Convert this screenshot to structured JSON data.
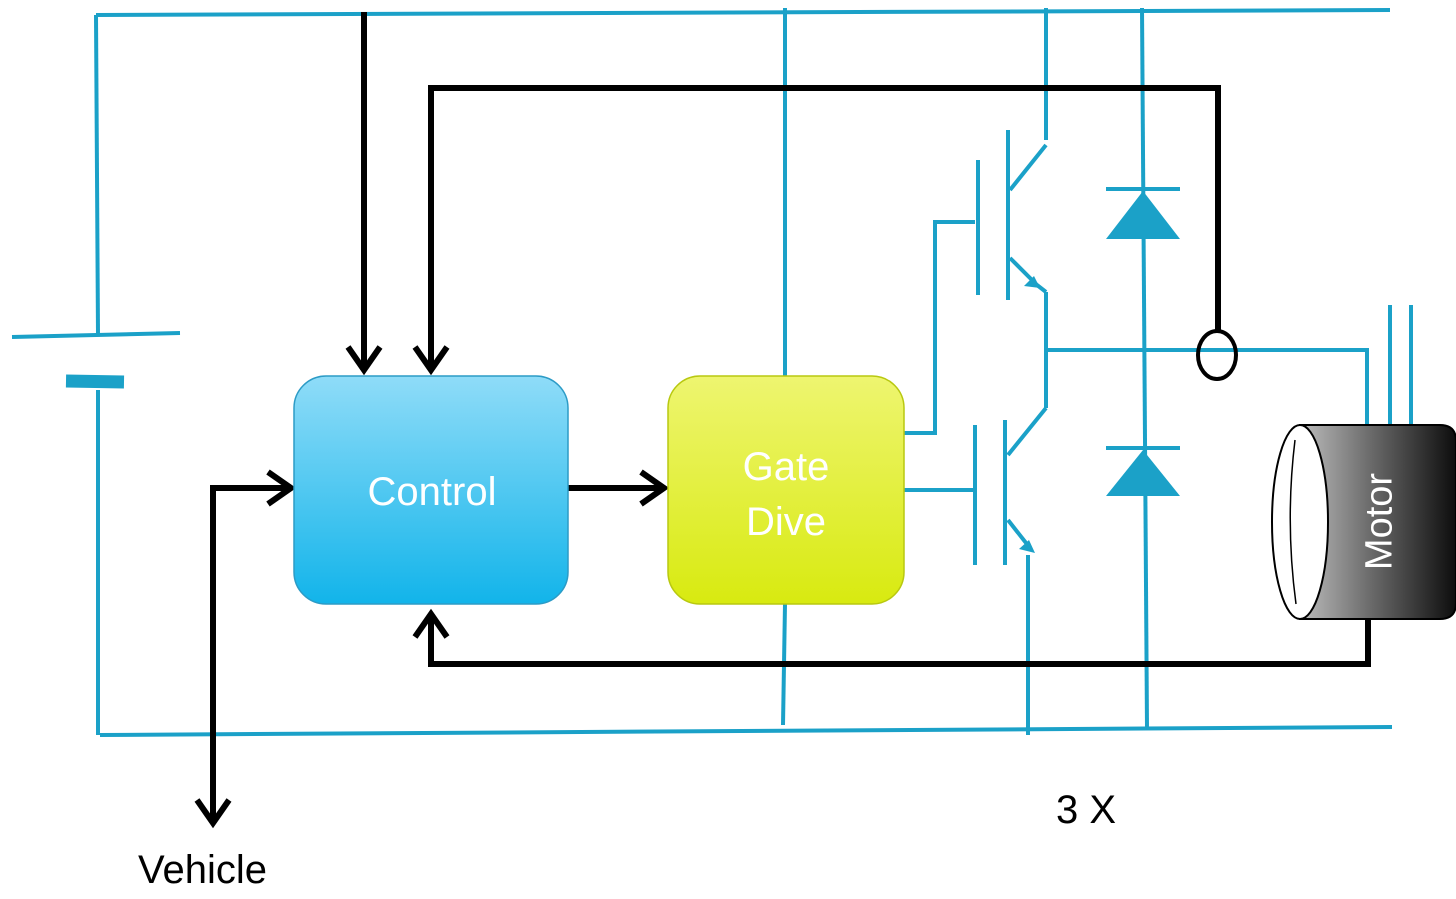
{
  "blocks": {
    "control": "Control",
    "gate_drive_line1": "Gate",
    "gate_drive_line2": "Dive",
    "motor": "Motor"
  },
  "labels": {
    "vehicle": "Vehicle",
    "multiplier": "3 X"
  },
  "colors": {
    "wire": "#1ba1c8",
    "signal": "#000000",
    "control_block": "#3cc4f0",
    "gate_block": "#d8ea1a",
    "motor_body": "#3a3a3a"
  }
}
